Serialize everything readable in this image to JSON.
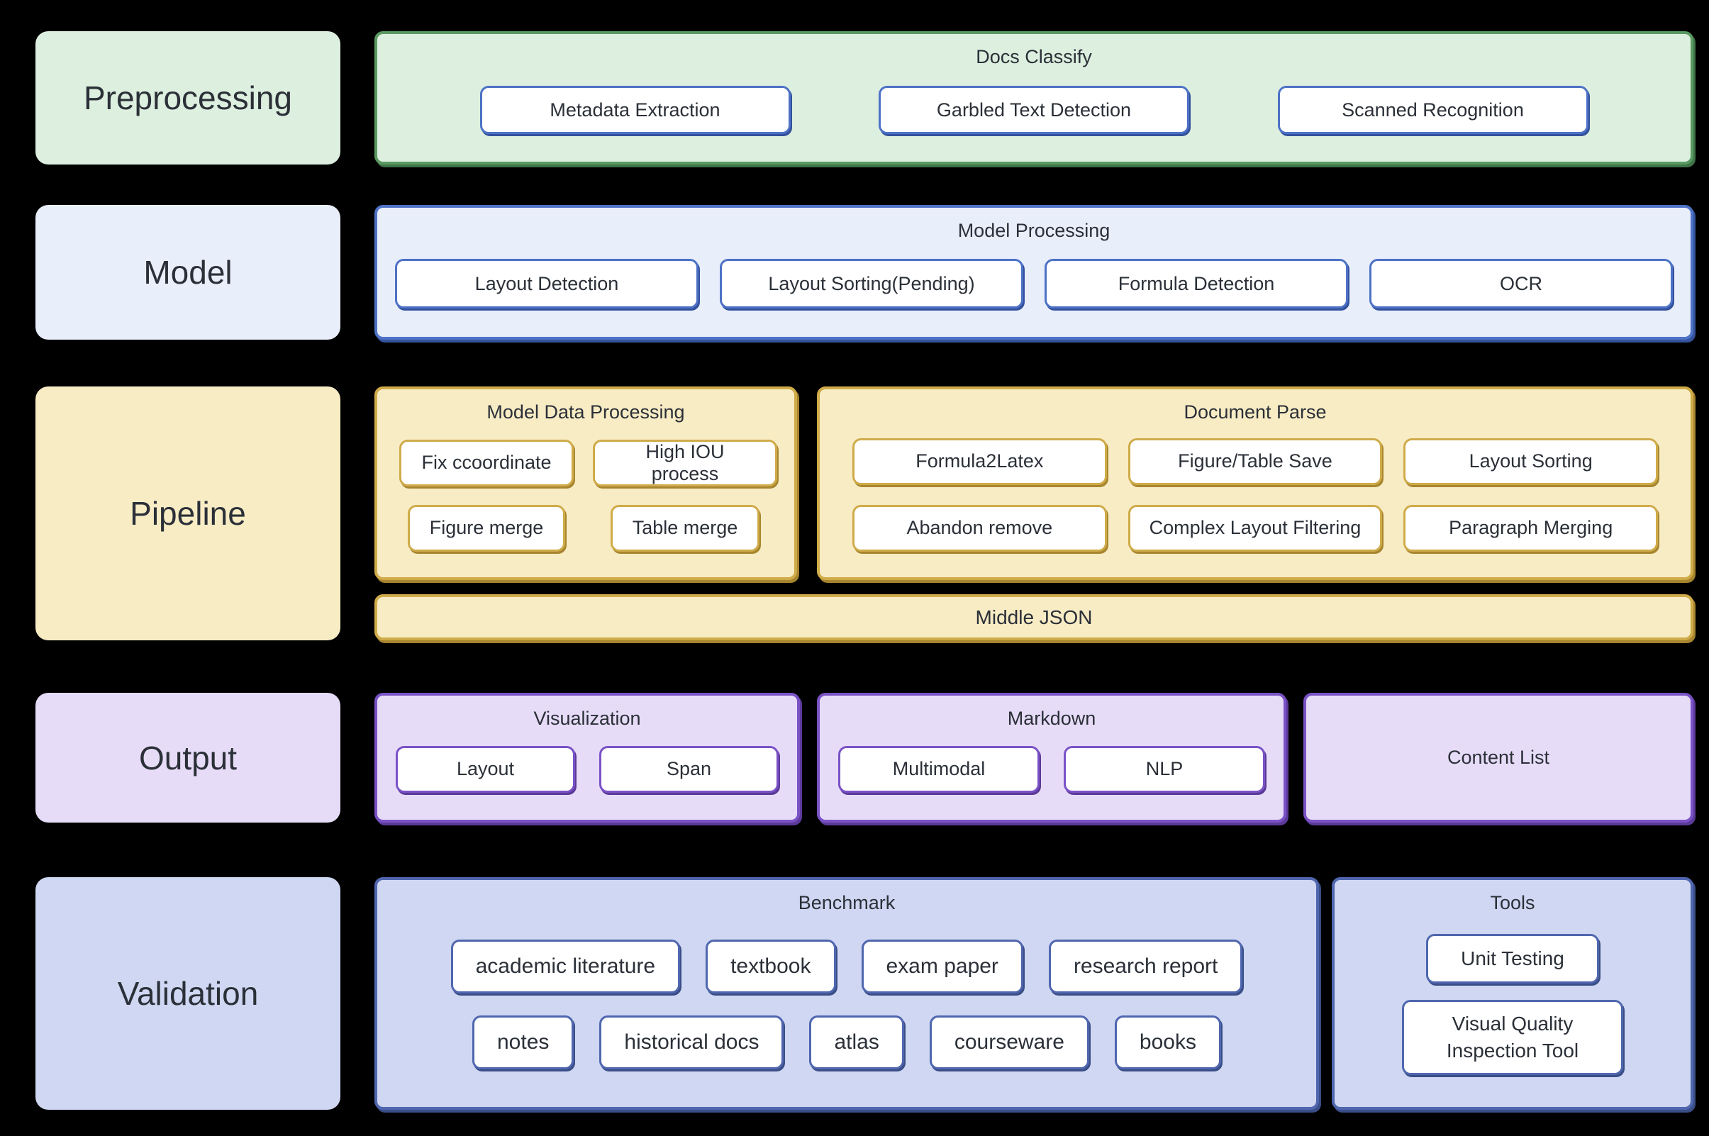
{
  "sections": {
    "preprocessing": {
      "label": "Preprocessing",
      "docs_classify": {
        "title": "Docs Classify",
        "buttons": [
          "Metadata Extraction",
          "Garbled Text Detection",
          "Scanned Recognition"
        ]
      }
    },
    "model": {
      "label": "Model",
      "model_processing": {
        "title": "Model Processing",
        "buttons": [
          "Layout Detection",
          "Layout Sorting(Pending)",
          "Formula Detection",
          "OCR"
        ]
      }
    },
    "pipeline": {
      "label": "Pipeline",
      "model_data_processing": {
        "title": "Model Data Processing",
        "buttons": [
          "Fix ccoordinate",
          "High IOU process",
          "Figure merge",
          "Table merge"
        ]
      },
      "document_parse": {
        "title": "Document Parse",
        "buttons": [
          "Formula2Latex",
          "Figure/Table Save",
          "Layout Sorting",
          "Abandon remove",
          "Complex Layout Filtering",
          "Paragraph Merging"
        ]
      },
      "middle_json": {
        "title": "Middle JSON"
      }
    },
    "output": {
      "label": "Output",
      "visualization": {
        "title": "Visualization",
        "buttons": [
          "Layout",
          "Span"
        ]
      },
      "markdown": {
        "title": "Markdown",
        "buttons": [
          "Multimodal",
          "NLP"
        ]
      },
      "content_list": {
        "title": "Content List"
      }
    },
    "validation": {
      "label": "Validation",
      "benchmark": {
        "title": "Benchmark",
        "row1": [
          "academic literature",
          "textbook",
          "exam paper",
          "research report"
        ],
        "row2": [
          "notes",
          "historical docs",
          "atlas",
          "courseware",
          "books"
        ]
      },
      "tools": {
        "title": "Tools",
        "buttons": [
          "Unit Testing",
          "Visual Quality Inspection Tool"
        ]
      }
    }
  },
  "colors": {
    "background": "#000000",
    "text": "#2b3038",
    "node_fill": "#ffffff",
    "green_fill": "#ddefdf",
    "green_border": "#5a9a62",
    "blue_fill": "#e9eefb",
    "blue_border": "#4d72c6",
    "yellow_fill": "#f8ecc5",
    "yellow_border": "#cfab49",
    "purple_fill": "#e7dcf8",
    "purple_border": "#7a52c6",
    "periwinkle_fill": "#cfd7f2",
    "periwinkle_border": "#5067af"
  }
}
